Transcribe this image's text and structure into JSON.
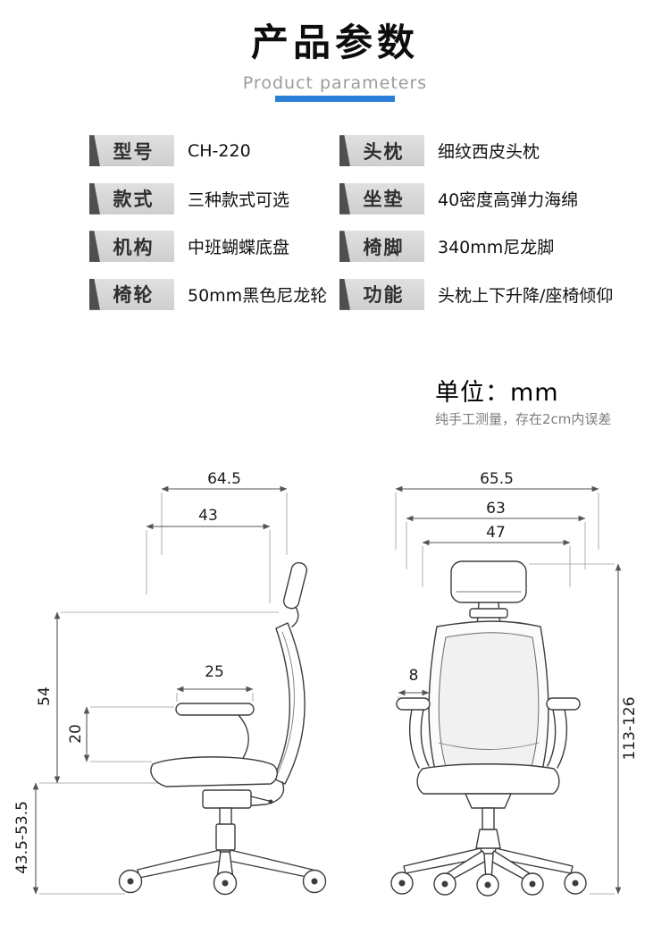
{
  "header": {
    "title": "产品参数",
    "subtitle": "Product parameters",
    "accent_color": "#2b7fd6"
  },
  "specs": [
    {
      "label": "型号",
      "value": "CH-220"
    },
    {
      "label": "头枕",
      "value": "细纹西皮头枕"
    },
    {
      "label": "款式",
      "value": "三种款式可选"
    },
    {
      "label": "坐垫",
      "value": "40密度高弹力海绵"
    },
    {
      "label": "机构",
      "value": "中班蝴蝶底盘"
    },
    {
      "label": "椅脚",
      "value": "340mm尼龙脚"
    },
    {
      "label": "椅轮",
      "value": "50mm黑色尼龙轮"
    },
    {
      "label": "功能",
      "value": "头枕上下升降/座椅倾仰"
    }
  ],
  "unit": {
    "label": "单位：mm",
    "note": "纯手工测量，存在2cm内误差"
  },
  "drawing": {
    "side_view": {
      "depth_total": "64.5",
      "back_depth": "43",
      "arm_length": "25",
      "arm_height": "20",
      "back_height": "54",
      "seat_height_range": "43.5-53.5"
    },
    "front_view": {
      "width_total": "65.5",
      "back_width": "63",
      "inner_width": "47",
      "arm_pad_width": "8",
      "height_range": "113-126"
    }
  }
}
